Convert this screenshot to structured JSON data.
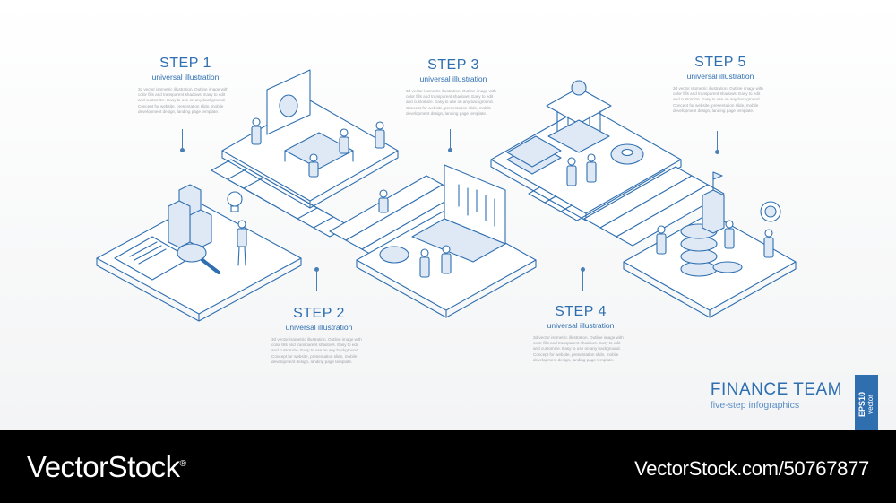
{
  "steps": [
    {
      "title": "STEP 1",
      "subtitle": "universal illustration",
      "description": "3d vector isometric illustration. Outline image with color fills and transparent shadows. Easy to edit and customize. Easy to use on any background. Concept for website, presentation slide, mobile development design, landing page template."
    },
    {
      "title": "STEP 2",
      "subtitle": "universal illustration",
      "description": "3d vector isometric illustration. Outline image with color fills and transparent shadows. Easy to edit and customize. Easy to use on any background. Concept for website, presentation slide, mobile development design, landing page template."
    },
    {
      "title": "STEP 3",
      "subtitle": "universal illustration",
      "description": "3d vector isometric illustration. Outline image with color fills and transparent shadows. Easy to edit and customize. Easy to use on any background. Concept for website, presentation slide, mobile development design, landing page template."
    },
    {
      "title": "STEP 4",
      "subtitle": "universal illustration",
      "description": "3d vector isometric illustration. Outline image with color fills and transparent shadows. Easy to edit and customize. Easy to use on any background. Concept for website, presentation slide, mobile development design, landing page template."
    },
    {
      "title": "STEP 5",
      "subtitle": "universal illustration",
      "description": "3d vector isometric illustration. Outline image with color fills and transparent shadows. Easy to edit and customize. Easy to use on any background. Concept for website, presentation slide, mobile development design, landing page template."
    }
  ],
  "headline": {
    "title": "FINANCE TEAM",
    "subtitle": "five-step infographics"
  },
  "badge": {
    "line1": "EPS10",
    "line2": "vector"
  },
  "footer": {
    "brand": "VectorStock",
    "trademark": "®",
    "url": "VectorStock.com/50767877"
  },
  "colors": {
    "accent": "#2f6fb0",
    "background": "#ffffff",
    "footer": "#000000"
  }
}
